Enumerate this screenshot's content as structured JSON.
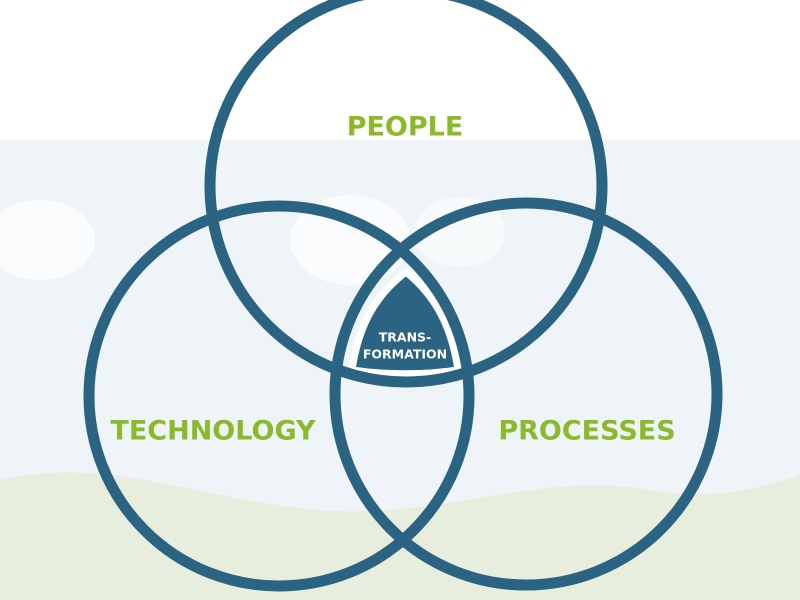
{
  "diagram": {
    "type": "venn",
    "sets": [
      {
        "id": "people",
        "label": "PEOPLE"
      },
      {
        "id": "technology",
        "label": "TECHNOLOGY"
      },
      {
        "id": "processes",
        "label": "PROCESSES"
      }
    ],
    "intersection": {
      "label_line1": "TRANS-",
      "label_line2": "FORMATION"
    }
  },
  "colors": {
    "ring": "#2b6382",
    "label": "#8ab92a",
    "center_fill": "#2b6382",
    "center_text": "#ffffff",
    "sky": "#eef4f8",
    "hills": "#e8eedd"
  }
}
